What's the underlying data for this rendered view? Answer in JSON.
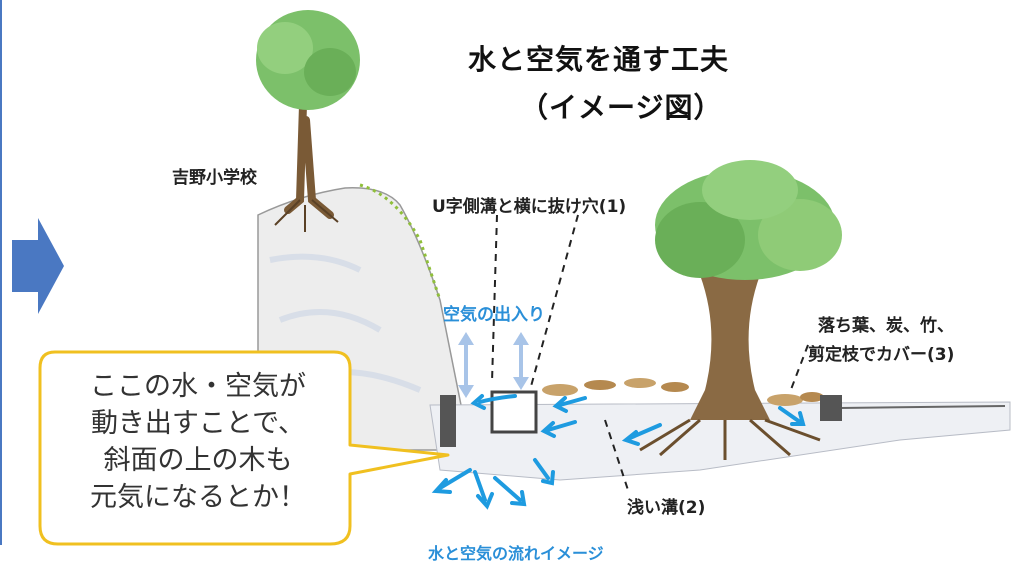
{
  "title": "水と空気を通す工夫",
  "subtitle": "（イメージ図）",
  "labels": {
    "school": "吉野小学校",
    "u_ditch": "U字側溝と横に抜け穴(1)",
    "air_in_out": "空気の出入り",
    "leaves_line1": "落ち葉、炭、竹、",
    "leaves_line2": "剪定枝でカバー(3)",
    "shallow_ditch": "浅い溝(2)",
    "flow_image": "水と空気の流れイメージ"
  },
  "bubble": {
    "lines": [
      "ここの水・空気が",
      "動き出すことで、",
      "斜面の上の木も",
      "元気になるとか！"
    ]
  },
  "colors": {
    "accent_blue": "#2a8fd8",
    "arrow_blue": "#4a78c2",
    "bubble_border": "#f0c020",
    "tree_green": "#7cc06a",
    "trunk_brown": "#7a5a36"
  }
}
